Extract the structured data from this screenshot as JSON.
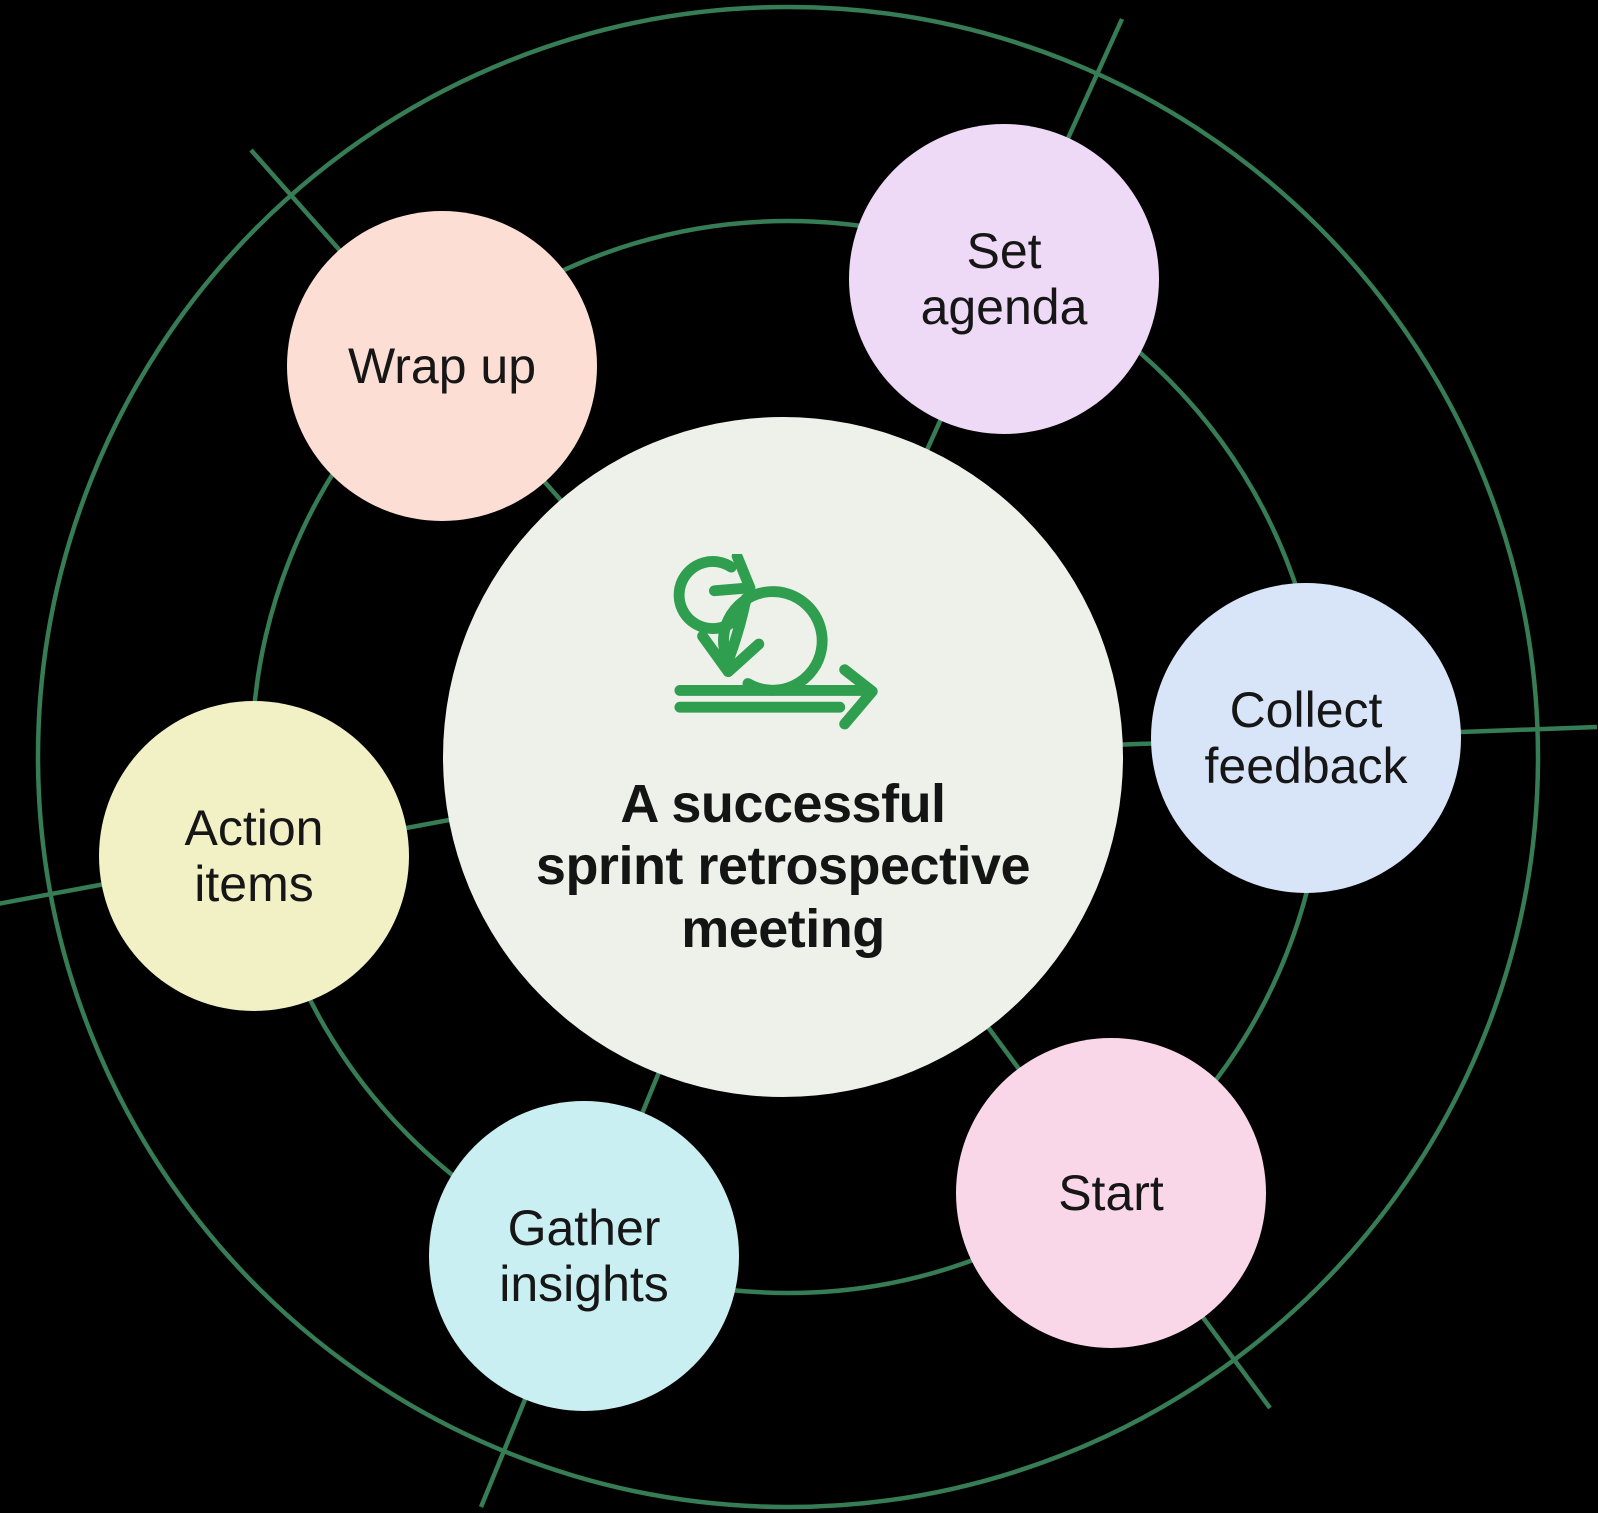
{
  "diagram": {
    "canvas_bg": "#000000",
    "ring_color": "#367c54",
    "center": {
      "title": "A successful sprint retrospective meeting",
      "title_lines": [
        "A successful",
        "sprint retrospective",
        "meeting"
      ],
      "bg": "#eef1e9",
      "icon": "sprint-loop-arrow",
      "icon_color": "#2f9e4f"
    },
    "nodes": [
      {
        "id": "set-agenda",
        "label": "Set agenda",
        "bg": "#eed9f6"
      },
      {
        "id": "collect-feedback",
        "label": "Collect feedback",
        "bg": "#d8e4f8"
      },
      {
        "id": "start",
        "label": "Start",
        "bg": "#fad7e8"
      },
      {
        "id": "gather-insights",
        "label": "Gather insights",
        "bg": "#c9eff2"
      },
      {
        "id": "action-items",
        "label": "Action items",
        "bg": "#f2f0c5"
      },
      {
        "id": "wrap-up",
        "label": "Wrap up",
        "bg": "#fcded4"
      }
    ]
  }
}
